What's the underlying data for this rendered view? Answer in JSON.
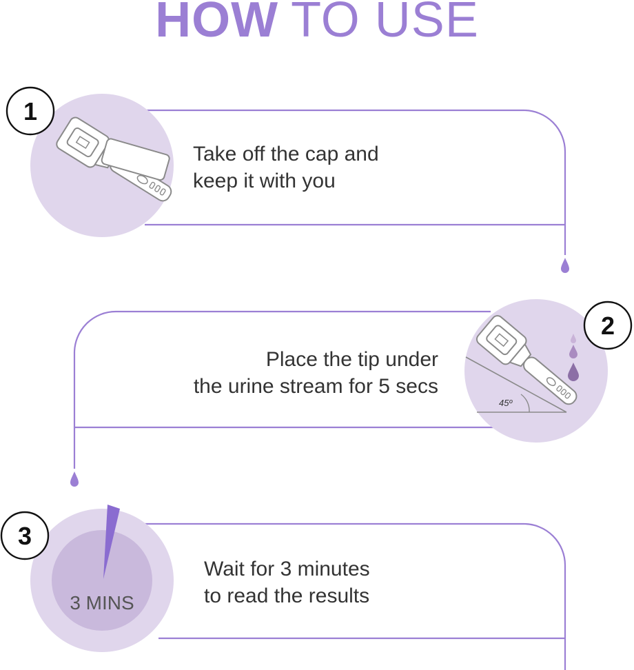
{
  "title": {
    "bold": "HOW",
    "light": "TO USE"
  },
  "colors": {
    "accent": "#9b7fd4",
    "circle_fill": "#e0d6ec",
    "circle_inner": "#c9b9dc",
    "text": "#333333"
  },
  "steps": [
    {
      "number": "1",
      "line1": "Take off the cap and",
      "line2": "keep it with you",
      "illustration": "test-stick-and-cap"
    },
    {
      "number": "2",
      "line1": "Place the tip under",
      "line2": "the urine stream for 5 secs",
      "angle_label": "45º",
      "illustration": "tilted-stick-with-drops"
    },
    {
      "number": "3",
      "line1": "Wait for 3 minutes",
      "line2": "to read the results",
      "timer_label": "3 MINS",
      "illustration": "timer-dial"
    }
  ]
}
